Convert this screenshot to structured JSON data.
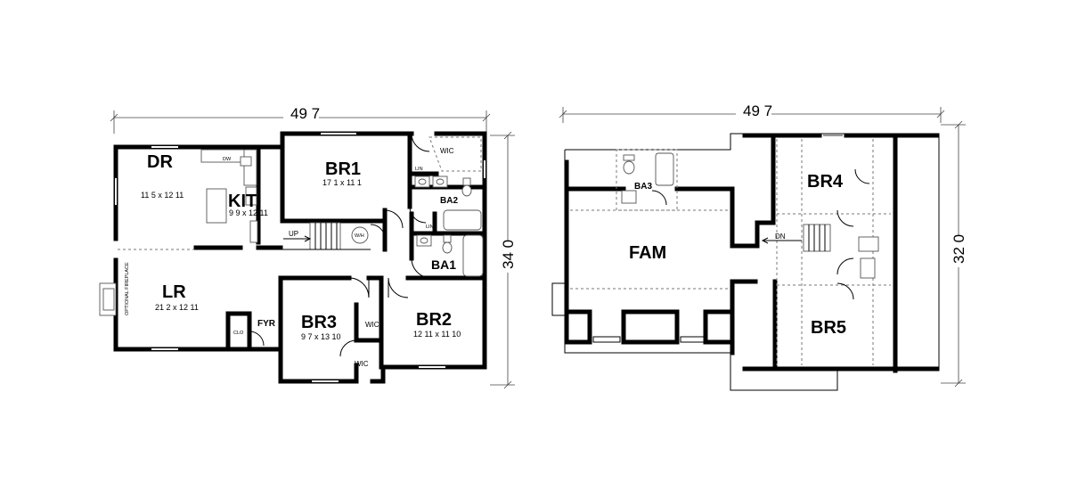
{
  "first_floor": {
    "width_dim": "49 7",
    "depth_dim": "34 0",
    "rooms": {
      "dr": {
        "name": "DR",
        "size": "11 5 x 12 11"
      },
      "kit": {
        "name": "KIT",
        "size": "9 9 x 12 11"
      },
      "br1": {
        "name": "BR1",
        "size": "17 1 x 11 1"
      },
      "lr": {
        "name": "LR",
        "size": "21 2 x 12 11"
      },
      "br3": {
        "name": "BR3",
        "size": "9 7 x 13 10"
      },
      "br2": {
        "name": "BR2",
        "size": "12 11 x 11 10"
      },
      "ba1": {
        "name": "BA1"
      },
      "ba2": {
        "name": "BA2"
      },
      "wic1": {
        "name": "WIC"
      },
      "wic2": {
        "name": "WIC"
      },
      "wic3": {
        "name": "WIC"
      },
      "lin1": {
        "name": "LIN"
      },
      "lin2": {
        "name": "LIN"
      },
      "clo": {
        "name": "CLO"
      },
      "fyr": {
        "name": "FYR"
      },
      "up": {
        "name": "UP"
      },
      "wh": {
        "name": "W/H"
      },
      "dw": {
        "name": "DW"
      },
      "fireplace": {
        "name": "OPTIONAL FIREPLACE"
      }
    }
  },
  "second_floor": {
    "width_dim": "49 7",
    "depth_dim": "32 0",
    "rooms": {
      "fam": {
        "name": "FAM"
      },
      "ba3": {
        "name": "BA3"
      },
      "br4": {
        "name": "BR4"
      },
      "br5": {
        "name": "BR5"
      },
      "dn": {
        "name": "DN"
      }
    }
  }
}
